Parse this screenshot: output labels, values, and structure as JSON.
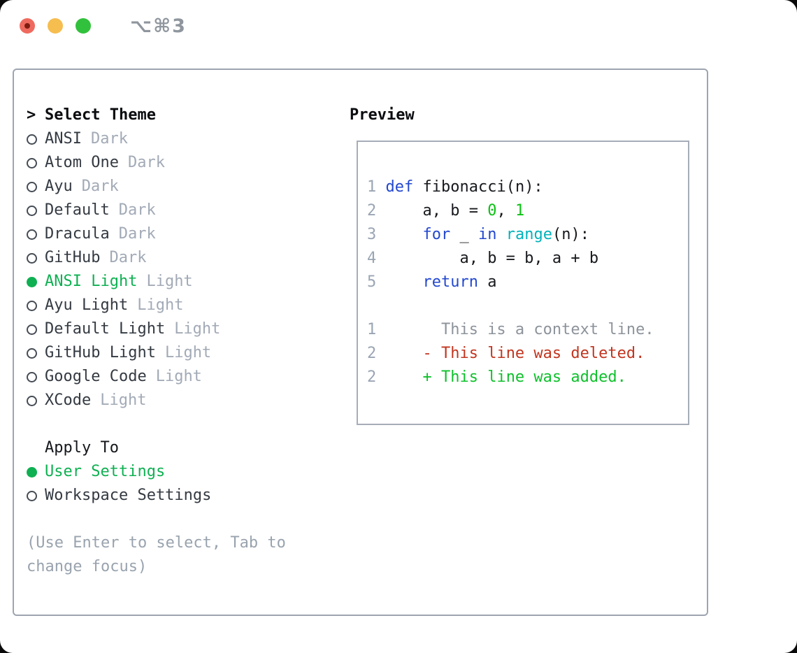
{
  "window": {
    "title": "⌥⌘3"
  },
  "theme_panel": {
    "header": {
      "marker": ">",
      "label": "Select Theme"
    },
    "themes": [
      {
        "name": "ANSI",
        "variant": "Dark",
        "selected": false
      },
      {
        "name": "Atom One",
        "variant": "Dark",
        "selected": false
      },
      {
        "name": "Ayu",
        "variant": "Dark",
        "selected": false
      },
      {
        "name": "Default",
        "variant": "Dark",
        "selected": false
      },
      {
        "name": "Dracula",
        "variant": "Dark",
        "selected": false
      },
      {
        "name": "GitHub",
        "variant": "Dark",
        "selected": false
      },
      {
        "name": "ANSI Light",
        "variant": "Light",
        "selected": true
      },
      {
        "name": "Ayu Light",
        "variant": "Light",
        "selected": false
      },
      {
        "name": "Default Light",
        "variant": "Light",
        "selected": false
      },
      {
        "name": "GitHub Light",
        "variant": "Light",
        "selected": false
      },
      {
        "name": "Google Code",
        "variant": "Light",
        "selected": false
      },
      {
        "name": "XCode",
        "variant": "Light",
        "selected": false
      }
    ],
    "apply_to": {
      "label": "Apply To",
      "options": [
        {
          "name": "User Settings",
          "selected": true
        },
        {
          "name": "Workspace Settings",
          "selected": false
        }
      ]
    },
    "help_lines": [
      "(Use Enter to select, Tab to",
      "change focus)"
    ]
  },
  "preview": {
    "label": "Preview",
    "code_lines": [
      [
        [
          "1",
          "num"
        ],
        [
          " ",
          "plain"
        ],
        [
          "def",
          "kw"
        ],
        [
          " fibonacci(n):",
          "plain"
        ]
      ],
      [
        [
          "2",
          "num"
        ],
        [
          "     a, b = ",
          "plain"
        ],
        [
          "0",
          "lit"
        ],
        [
          ", ",
          "plain"
        ],
        [
          "1",
          "lit"
        ]
      ],
      [
        [
          "3",
          "num"
        ],
        [
          "     ",
          "plain"
        ],
        [
          "for",
          "kw"
        ],
        [
          " _ ",
          "plain"
        ],
        [
          "in",
          "kw"
        ],
        [
          " ",
          "plain"
        ],
        [
          "range",
          "builtin"
        ],
        [
          "(n):",
          "plain"
        ]
      ],
      [
        [
          "4",
          "num"
        ],
        [
          "         a, b = b, a + b",
          "plain"
        ]
      ],
      [
        [
          "5",
          "num"
        ],
        [
          "     ",
          "plain"
        ],
        [
          "return",
          "kw"
        ],
        [
          " a",
          "plain"
        ]
      ]
    ],
    "diff_lines": [
      [
        [
          "1",
          "num"
        ],
        [
          "       This is a context line.",
          "context"
        ]
      ],
      [
        [
          "2",
          "num"
        ],
        [
          "     ",
          "plain"
        ],
        [
          "- This line was deleted.",
          "del"
        ]
      ],
      [
        [
          "2",
          "num"
        ],
        [
          "     ",
          "plain"
        ],
        [
          "+ This line was added.",
          "add"
        ]
      ]
    ]
  },
  "colors": {
    "accent_green": "#0fb052",
    "keyword_blue": "#2348cf",
    "builtin_cyan": "#00b2bb",
    "number_literal_green": "#0cc113",
    "diff_added_green": "#0fc02c",
    "diff_deleted_red": "#c2351f",
    "muted_gray": "#9aa5b3",
    "text_dark": "#17191d",
    "traffic_red": "#ef6a5e",
    "traffic_yellow": "#f6bd4f",
    "traffic_green": "#32c13c"
  }
}
